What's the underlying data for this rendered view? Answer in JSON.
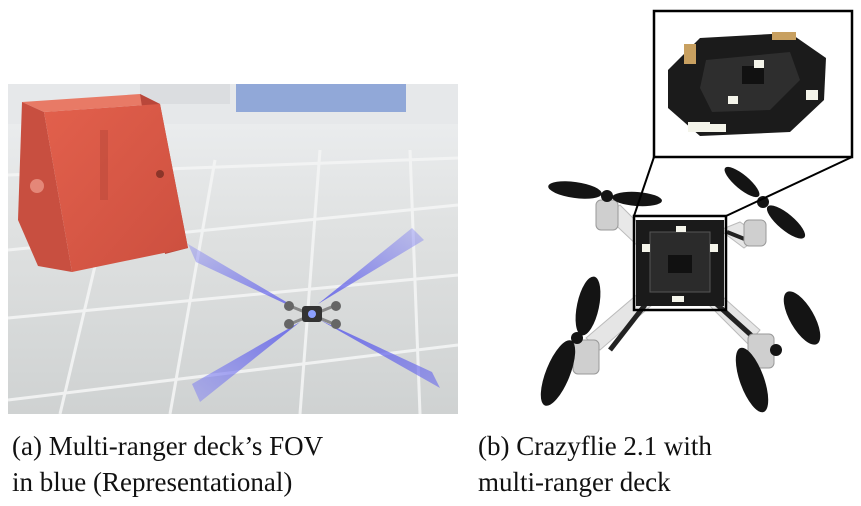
{
  "captions": {
    "a": {
      "line1": "(a) Multi-ranger deck’s FOV",
      "line2": "in blue (Representational)"
    },
    "b": {
      "line1": "(b) Crazyflie 2.1 with",
      "line2": "multi-ranger deck"
    }
  },
  "colors": {
    "box": "#dd5a48",
    "fov": "#6b6bf0",
    "floor": "#d9dcdc",
    "propeller": "#141414",
    "deck_led": "#f4f4ea"
  }
}
